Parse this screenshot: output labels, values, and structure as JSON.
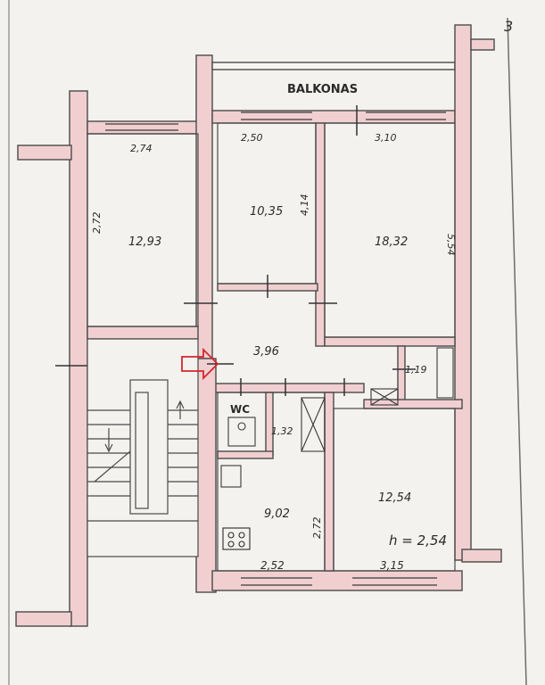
{
  "sheet": {
    "page_number": "3"
  },
  "plan": {
    "balcony_label": "BALKONAS",
    "wc_label": "WC",
    "ceiling_height": "h = 2,54",
    "rooms": [
      {
        "id": "room-left",
        "area": "12,93",
        "width": "2,74",
        "depth": "2,72"
      },
      {
        "id": "room-middle",
        "area": "10,35",
        "width": "2,50",
        "depth": "4,14"
      },
      {
        "id": "room-right",
        "area": "18,32",
        "width": "3,10",
        "depth": "5,54"
      },
      {
        "id": "hall",
        "area": "3,96"
      },
      {
        "id": "storage",
        "area": "1,19"
      },
      {
        "id": "wc",
        "area": "1,32"
      },
      {
        "id": "kitchen",
        "area": "9,02",
        "width": "2,52",
        "depth": "2,72"
      },
      {
        "id": "room-bottom-right",
        "area": "12,54",
        "width": "3,15"
      }
    ]
  },
  "colors": {
    "wall_fill": "#f1cfd1",
    "wall_line": "#4a4a4a",
    "paper": "#f4f2ee",
    "entrance_arrow": "#d3262b"
  },
  "icons": {
    "entrance": "entrance-arrow-icon",
    "stove": "stove-icon",
    "toilet": "toilet-icon",
    "sink": "sink-icon"
  }
}
